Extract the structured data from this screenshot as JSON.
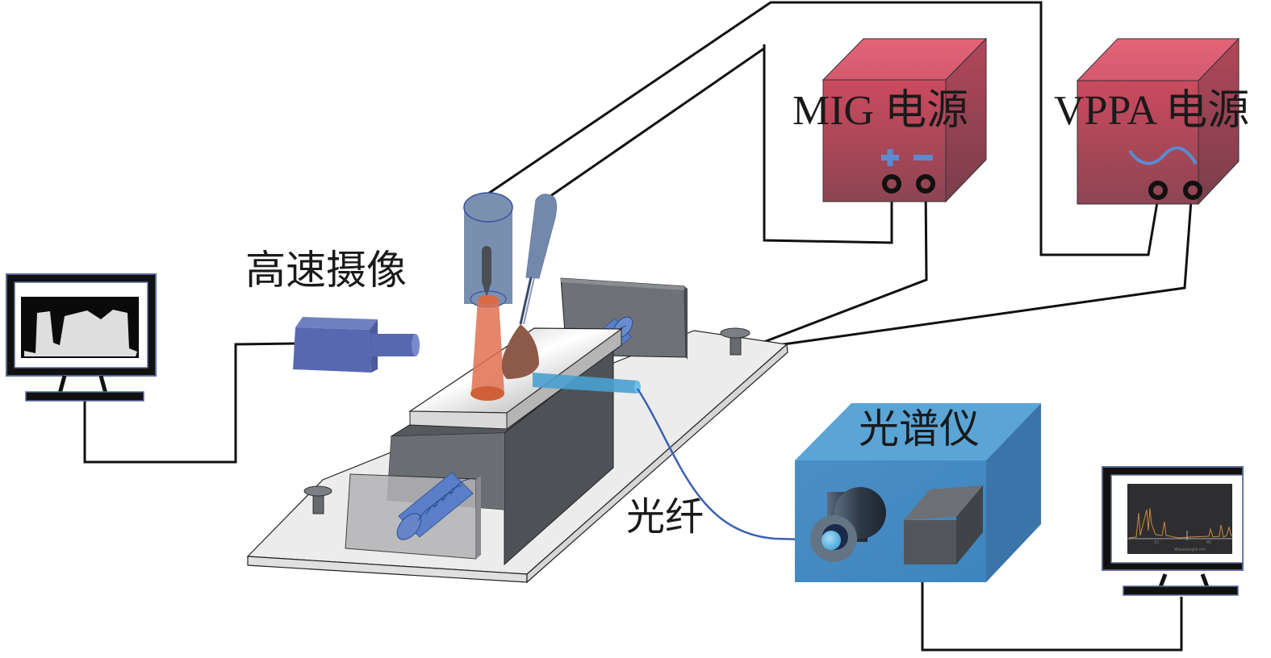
{
  "diagram": {
    "type": "experimental-setup",
    "labels": {
      "mig_power": "MIG 电源",
      "vppa_power": "VPPA 电源",
      "high_speed_camera": "高速摄像",
      "spectrometer": "光谱仪",
      "optical_fiber": "光纤",
      "mig_plus": "+",
      "mig_minus": "−",
      "spectrum_axis_label": "Wavelength nm",
      "spectrum_tick_1": "15",
      "spectrum_tick_2": "80"
    },
    "components": [
      {
        "id": "mig_power",
        "label": "MIG 电源",
        "terminals": [
          "+",
          "−"
        ]
      },
      {
        "id": "vppa_power",
        "label": "VPPA 电源",
        "terminals": [
          "~",
          "~"
        ]
      },
      {
        "id": "high_speed_camera",
        "label": "高速摄像"
      },
      {
        "id": "camera_monitor",
        "label": ""
      },
      {
        "id": "vppa_torch",
        "label": ""
      },
      {
        "id": "mig_torch",
        "label": ""
      },
      {
        "id": "workpiece_fixture",
        "label": ""
      },
      {
        "id": "optical_fiber",
        "label": "光纤"
      },
      {
        "id": "spectrometer",
        "label": "光谱仪"
      },
      {
        "id": "spectrum_monitor",
        "label": ""
      }
    ],
    "connections": [
      {
        "from": "vppa_power",
        "to": "vppa_torch"
      },
      {
        "from": "mig_power",
        "to": "mig_torch"
      },
      {
        "from": "mig_power",
        "to": "workpiece_fixture"
      },
      {
        "from": "vppa_power",
        "to": "workpiece_fixture"
      },
      {
        "from": "high_speed_camera",
        "to": "camera_monitor"
      },
      {
        "from": "optical_fiber",
        "to": "spectrometer"
      },
      {
        "from": "spectrometer",
        "to": "spectrum_monitor"
      }
    ],
    "colors": {
      "power_supply": "#c8485f",
      "camera": "#5566aa",
      "spectrometer": "#4a90c4",
      "arc": "#e07050",
      "terminal_symbol": "#5b8bd0",
      "wire": "#111111"
    }
  }
}
